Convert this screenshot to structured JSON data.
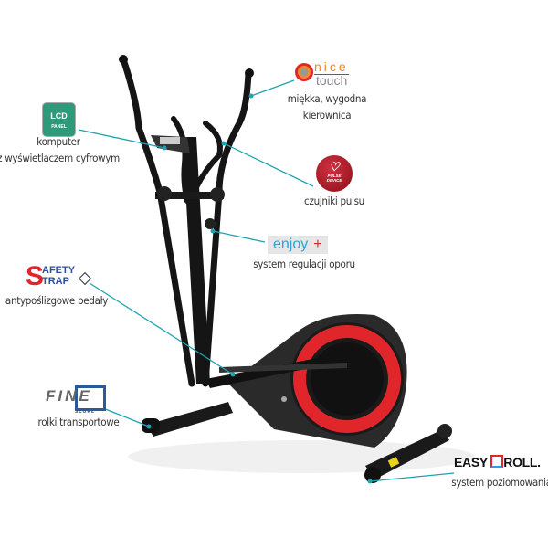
{
  "features": {
    "handlebars": {
      "logo_text_1": "nice",
      "logo_text_2": "touch",
      "caption_1": "miękka, wygodna",
      "caption_2": "kierownica"
    },
    "computer": {
      "logo_text_1": "LCD",
      "logo_text_2": "PANEL",
      "caption_1": "komputer",
      "caption_2": "z wyświetlaczem cyfrowym"
    },
    "pulse": {
      "logo_text_1": "PULSE",
      "logo_text_2": "DEVICE",
      "caption": "czujniki pulsu"
    },
    "resistance": {
      "logo_text": "enjoy",
      "logo_plus": "+",
      "caption": "system regulacji oporu"
    },
    "pedals": {
      "logo_text_1": "AFETY",
      "logo_text_2": "TRAP",
      "logo_initial": "S",
      "caption": "antypoślizgowe pedały"
    },
    "wheels": {
      "logo_text": "FINE",
      "logo_sub": "SCORE",
      "caption": "rolki transportowe"
    },
    "leveling": {
      "logo_text_1": "EASY",
      "logo_text_2": "ROLL.",
      "caption": "system poziomowania"
    }
  },
  "colors": {
    "callout": "#1ea3b0",
    "accent_red": "#e0262b",
    "frame": "#151515"
  }
}
